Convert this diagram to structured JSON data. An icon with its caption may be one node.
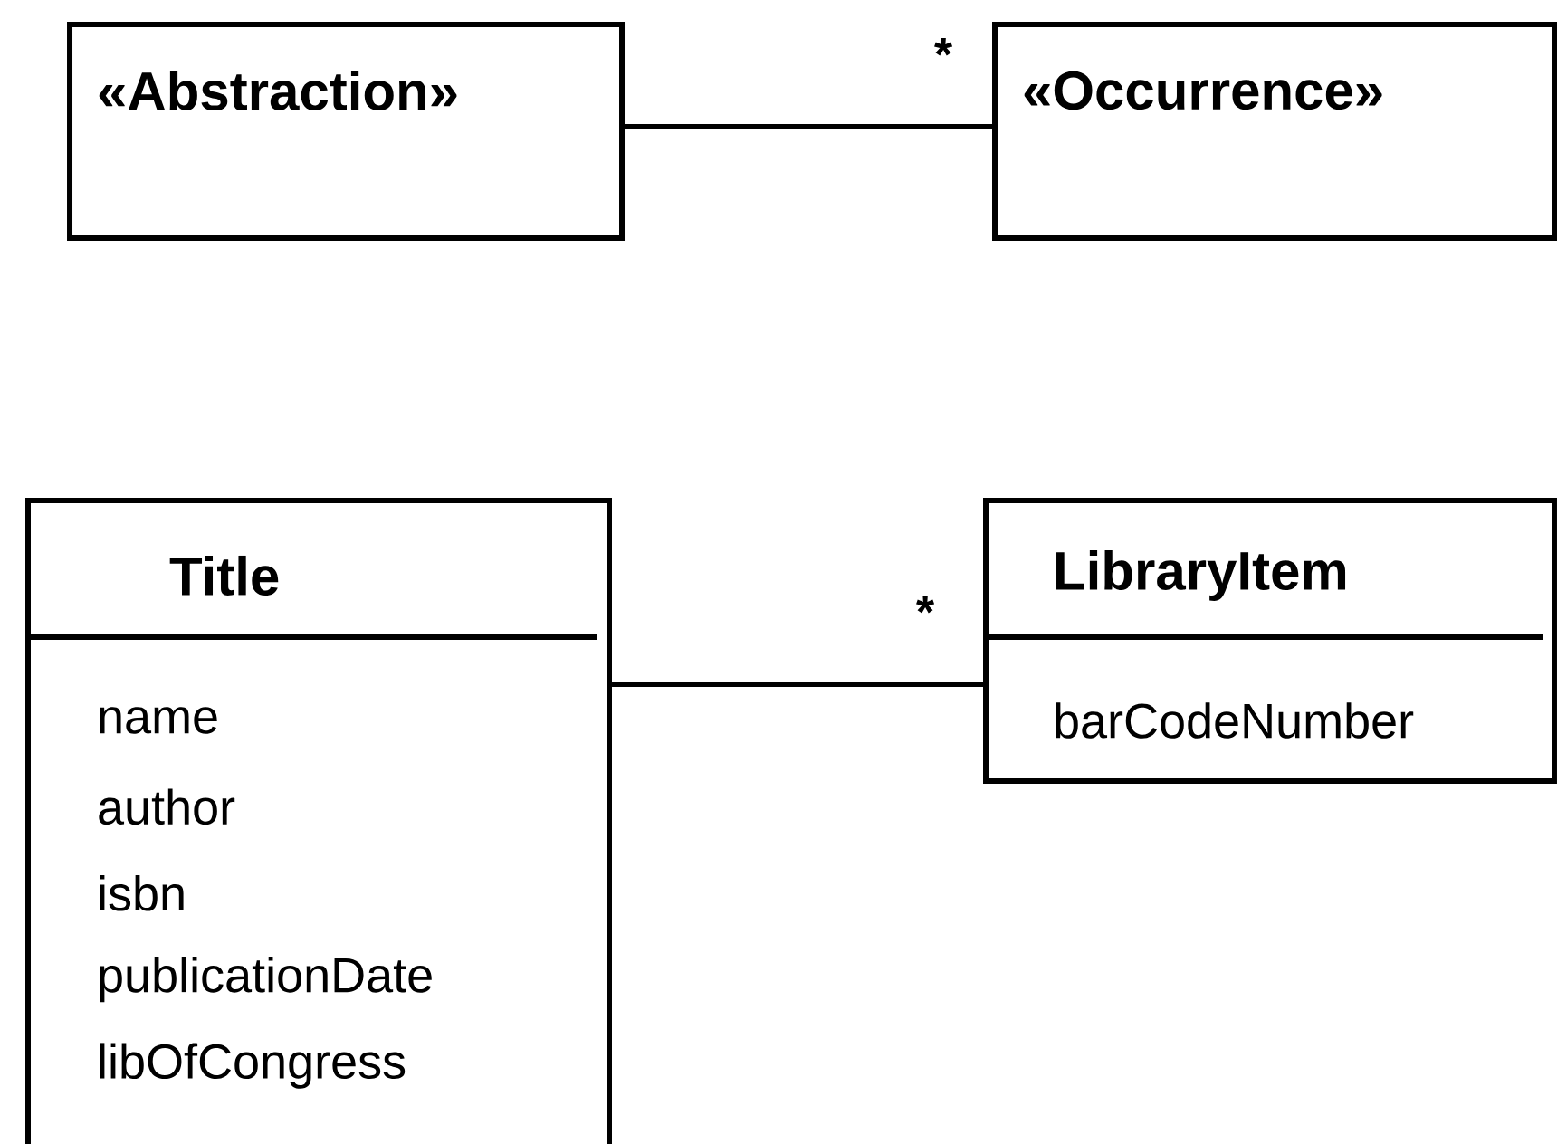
{
  "diagram": {
    "nodes": [
      {
        "text": [
          "«Abstraction»"
        ]
      },
      {
        "text": [
          "«Occurrence»"
        ]
      },
      {
        "text": [
          "Title",
          "name",
          "author",
          "isbn",
          "publicationDate",
          "libOfCongress"
        ]
      },
      {
        "text": [
          "LibraryItem",
          "barCodeNumber"
        ]
      }
    ],
    "edges": [
      {
        "from": 0,
        "to": 1,
        "arrow": "none",
        "label": "*"
      },
      {
        "from": 2,
        "to": 3,
        "arrow": "none",
        "label": "*"
      }
    ]
  }
}
